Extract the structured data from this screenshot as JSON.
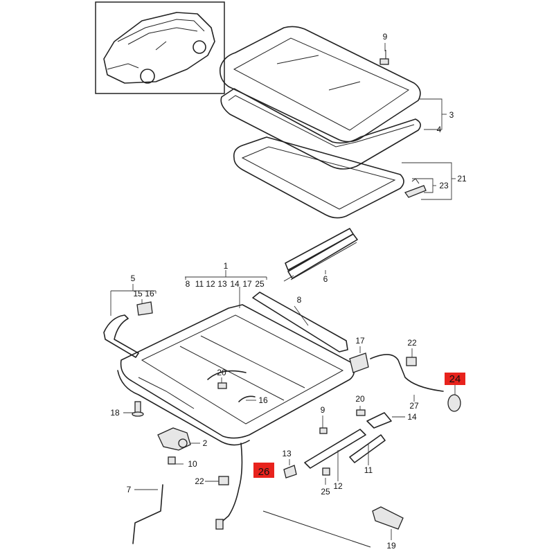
{
  "callouts": {
    "c1": "1",
    "c2": "2",
    "c3": "3",
    "c4": "4",
    "c5": "5",
    "c6": "6",
    "c7": "7",
    "c8": "8",
    "c9a": "9",
    "c9b": "9",
    "c10": "10",
    "c11": "11",
    "c12": "12",
    "c13": "13",
    "c14": "14",
    "c15": "15",
    "c16a": "16",
    "c16b": "16",
    "c17": "17",
    "c18": "18",
    "c19": "19",
    "c20a": "20",
    "c20b": "20",
    "c21": "21",
    "c22a": "22",
    "c22b": "22",
    "c23": "23",
    "c24": "24",
    "c25": "25",
    "c26": "26",
    "c27": "27"
  },
  "group1": [
    "8",
    "11",
    "12",
    "13",
    "14",
    "17",
    "25"
  ],
  "colors": {
    "highlight": "#e8231d",
    "line": "#222222"
  }
}
